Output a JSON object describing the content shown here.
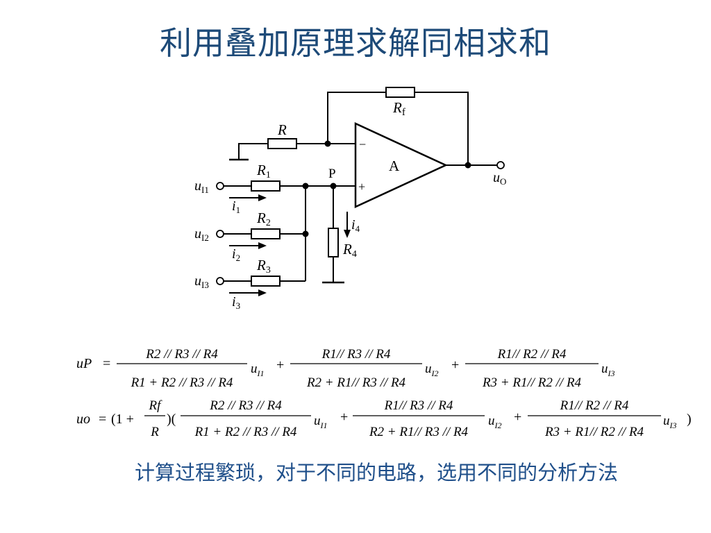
{
  "title": "利用叠加原理求解同相求和",
  "caption": "计算过程繁琐，对于不同的电路，选用不同的分析方法",
  "circuit": {
    "opamp_label": "A",
    "minus_sign": "−",
    "plus_sign": "+",
    "node_p": "P",
    "rf_main": "R",
    "rf_sub": "f",
    "r_label": "R",
    "r1_main": "R",
    "r1_sub": "1",
    "r2_main": "R",
    "r2_sub": "2",
    "r3_main": "R",
    "r3_sub": "3",
    "r4_main": "R",
    "r4_sub": "4",
    "u_i1_main": "u",
    "u_i1_sub": "I1",
    "u_i2_main": "u",
    "u_i2_sub": "I2",
    "u_i3_main": "u",
    "u_i3_sub": "I3",
    "u_o_main": "u",
    "u_o_sub": "O",
    "i1_main": "i",
    "i1_sub": "1",
    "i2_main": "i",
    "i2_sub": "2",
    "i3_main": "i",
    "i3_sub": "3",
    "i4_main": "i",
    "i4_sub": "4"
  },
  "formulas": {
    "up_lhs": "uP",
    "equals": "=",
    "plus": "+",
    "t1_num": "R2 // R3 // R4",
    "t1_den": "R1 + R2 // R3 // R4",
    "t1_var": "u",
    "t1_sub": "I1",
    "t2_num": "R1// R3 // R4",
    "t2_den": "R2 + R1// R3 // R4",
    "t2_var": "u",
    "t2_sub": "I2",
    "t3_num": "R1// R2 // R4",
    "t3_den": "R3 + R1// R2 // R4",
    "t3_var": "u",
    "t3_sub": "I3",
    "uo_lhs": "uo",
    "uo_open": "(1 +",
    "uo_gain_num": "Rf",
    "uo_gain_den": "R",
    "uo_mid": ")(",
    "uo_close": ")"
  }
}
